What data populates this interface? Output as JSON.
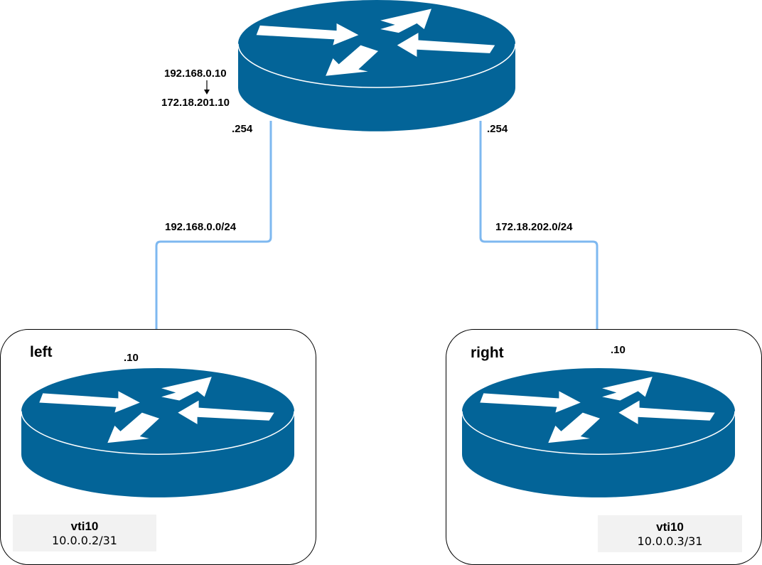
{
  "colors": {
    "router_fill": "#036498",
    "router_arrows": "#ffffff",
    "link": "#7eb8f0",
    "box_border": "#000000",
    "iface_bg": "#f2f2f2"
  },
  "icons": {
    "router": "router-icon",
    "nat": "arrow-down-icon"
  },
  "core": {
    "nat_from": "192.168.0.10",
    "nat_to": "172.18.201.10",
    "left_port": ".254",
    "right_port": ".254"
  },
  "links": {
    "left_subnet": "192.168.0.0/24",
    "right_subnet": "172.18.202.0/24"
  },
  "left": {
    "name": "left",
    "port": ".10",
    "iface_name": "vti10",
    "iface_addr": "10.0.0.2/31"
  },
  "right": {
    "name": "right",
    "port": ".10",
    "iface_name": "vti10",
    "iface_addr": "10.0.0.3/31"
  }
}
